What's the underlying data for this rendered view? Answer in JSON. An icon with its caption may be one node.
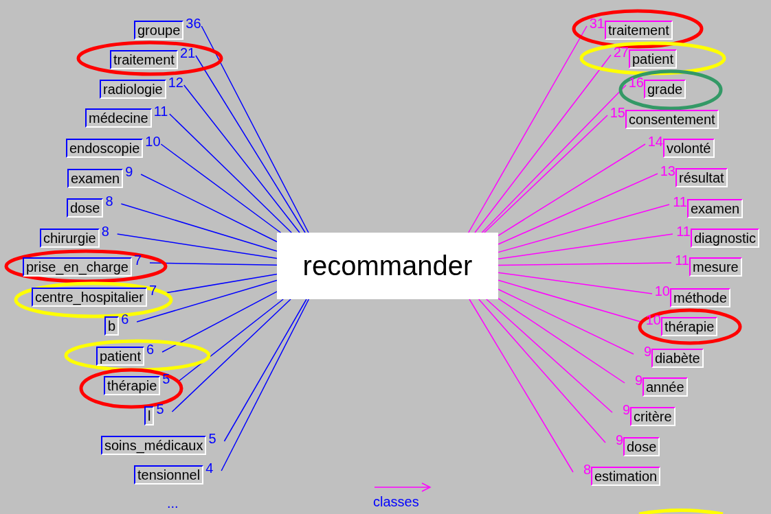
{
  "diagram": {
    "nodes": [
      {
        "text": [
          "recommander"
        ]
      },
      {
        "text": [
          "groupe"
        ],
        "beside": [
          "36"
        ]
      },
      {
        "text": [
          "traitement"
        ],
        "beside": [
          "21"
        ]
      },
      {
        "text": [
          "radiologie"
        ],
        "beside": [
          "12"
        ]
      },
      {
        "text": [
          "médecine"
        ],
        "beside": [
          "11"
        ]
      },
      {
        "text": [
          "endoscopie"
        ],
        "beside": [
          "10"
        ]
      },
      {
        "text": [
          "examen"
        ],
        "beside": [
          "9"
        ]
      },
      {
        "text": [
          "dose"
        ],
        "beside": [
          "8"
        ]
      },
      {
        "text": [
          "chirurgie"
        ],
        "beside": [
          "8"
        ]
      },
      {
        "text": [
          "prise_en_charge"
        ],
        "beside": [
          "7"
        ]
      },
      {
        "text": [
          "centre_hospitalier"
        ],
        "beside": [
          "7"
        ]
      },
      {
        "text": [
          "b"
        ],
        "beside": [
          "6"
        ]
      },
      {
        "text": [
          "patient"
        ],
        "beside": [
          "6"
        ]
      },
      {
        "text": [
          "thérapie"
        ],
        "beside": [
          "5"
        ]
      },
      {
        "text": [
          "l"
        ],
        "beside": [
          "5"
        ]
      },
      {
        "text": [
          "soins_médicaux"
        ],
        "beside": [
          "5"
        ]
      },
      {
        "text": [
          "tensionnel"
        ],
        "beside": [
          "4"
        ]
      },
      {
        "text": [
          "traitement"
        ],
        "beside": [
          "31"
        ]
      },
      {
        "text": [
          "patient"
        ],
        "beside": [
          "27"
        ]
      },
      {
        "text": [
          "grade"
        ],
        "beside": [
          "16"
        ]
      },
      {
        "text": [
          "consentement"
        ],
        "beside": [
          "15"
        ]
      },
      {
        "text": [
          "volonté"
        ],
        "beside": [
          "14"
        ]
      },
      {
        "text": [
          "résultat"
        ],
        "beside": [
          "13"
        ]
      },
      {
        "text": [
          "examen"
        ],
        "beside": [
          "11"
        ]
      },
      {
        "text": [
          "diagnostic"
        ],
        "beside": [
          "11"
        ]
      },
      {
        "text": [
          "mesure"
        ],
        "beside": [
          "11"
        ]
      },
      {
        "text": [
          "méthode"
        ],
        "beside": [
          "10"
        ]
      },
      {
        "text": [
          "thérapie"
        ],
        "beside": [
          "10"
        ]
      },
      {
        "text": [
          "diabète"
        ],
        "beside": [
          "9"
        ]
      },
      {
        "text": [
          "année"
        ],
        "beside": [
          "9"
        ]
      },
      {
        "text": [
          "critère"
        ],
        "beside": [
          "9"
        ]
      },
      {
        "text": [
          "dose"
        ],
        "beside": [
          "9"
        ]
      },
      {
        "text": [
          "estimation"
        ],
        "beside": [
          "8"
        ]
      }
    ],
    "edges": [
      {
        "from": 1,
        "to": 0,
        "arrow": "none",
        "color": "#0000ff"
      },
      {
        "from": 2,
        "to": 0,
        "arrow": "none",
        "color": "#0000ff"
      },
      {
        "from": 3,
        "to": 0,
        "arrow": "none",
        "color": "#0000ff"
      },
      {
        "from": 4,
        "to": 0,
        "arrow": "none",
        "color": "#0000ff"
      },
      {
        "from": 5,
        "to": 0,
        "arrow": "none",
        "color": "#0000ff"
      },
      {
        "from": 6,
        "to": 0,
        "arrow": "none",
        "color": "#0000ff"
      },
      {
        "from": 7,
        "to": 0,
        "arrow": "none",
        "color": "#0000ff"
      },
      {
        "from": 8,
        "to": 0,
        "arrow": "none",
        "color": "#0000ff"
      },
      {
        "from": 9,
        "to": 0,
        "arrow": "none",
        "color": "#0000ff"
      },
      {
        "from": 10,
        "to": 0,
        "arrow": "none",
        "color": "#0000ff"
      },
      {
        "from": 11,
        "to": 0,
        "arrow": "none",
        "color": "#0000ff"
      },
      {
        "from": 12,
        "to": 0,
        "arrow": "none",
        "color": "#0000ff"
      },
      {
        "from": 13,
        "to": 0,
        "arrow": "none",
        "color": "#0000ff"
      },
      {
        "from": 14,
        "to": 0,
        "arrow": "none",
        "color": "#0000ff"
      },
      {
        "from": 15,
        "to": 0,
        "arrow": "none",
        "color": "#0000ff"
      },
      {
        "from": 16,
        "to": 0,
        "arrow": "none",
        "color": "#0000ff"
      },
      {
        "from": 0,
        "to": 17,
        "arrow": "none",
        "color": "#ff00ff"
      },
      {
        "from": 0,
        "to": 18,
        "arrow": "none",
        "color": "#ff00ff"
      },
      {
        "from": 0,
        "to": 19,
        "arrow": "none",
        "color": "#ff00ff"
      },
      {
        "from": 0,
        "to": 20,
        "arrow": "none",
        "color": "#ff00ff"
      },
      {
        "from": 0,
        "to": 21,
        "arrow": "none",
        "color": "#ff00ff"
      },
      {
        "from": 0,
        "to": 22,
        "arrow": "none",
        "color": "#ff00ff"
      },
      {
        "from": 0,
        "to": 23,
        "arrow": "none",
        "color": "#ff00ff"
      },
      {
        "from": 0,
        "to": 24,
        "arrow": "none",
        "color": "#ff00ff"
      },
      {
        "from": 0,
        "to": 25,
        "arrow": "none",
        "color": "#ff00ff"
      },
      {
        "from": 0,
        "to": 26,
        "arrow": "none",
        "color": "#ff00ff"
      },
      {
        "from": 0,
        "to": 27,
        "arrow": "none",
        "color": "#ff00ff"
      },
      {
        "from": 0,
        "to": 28,
        "arrow": "none",
        "color": "#ff00ff"
      },
      {
        "from": 0,
        "to": 29,
        "arrow": "none",
        "color": "#ff00ff"
      },
      {
        "from": 0,
        "to": 30,
        "arrow": "none",
        "color": "#ff00ff"
      },
      {
        "from": 0,
        "to": 31,
        "arrow": "none",
        "color": "#ff00ff"
      },
      {
        "from": 0,
        "to": 32,
        "arrow": "none",
        "color": "#ff00ff"
      }
    ],
    "labels": [
      "...",
      "classes"
    ]
  }
}
